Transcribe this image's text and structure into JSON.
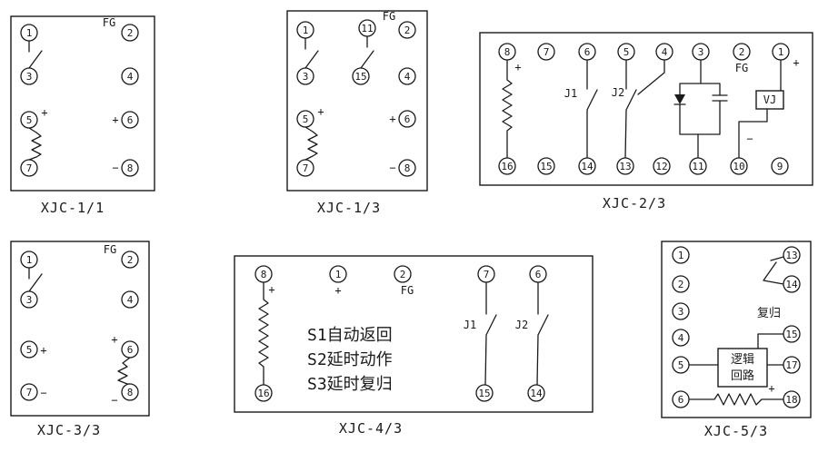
{
  "labels": {
    "fg": "FG",
    "plus": "+",
    "minus": "−",
    "j1": "J1",
    "j2": "J2",
    "vj": "VJ",
    "reset": "复归",
    "logic1": "逻辑",
    "logic2": "回路"
  },
  "panels": {
    "p1": {
      "caption": "XJC-1/1",
      "t": {
        "n1": "1",
        "n2": "2",
        "n3": "3",
        "n4": "4",
        "n5": "5",
        "n6": "6",
        "n7": "7",
        "n8": "8"
      }
    },
    "p2": {
      "caption": "XJC-1/3",
      "t": {
        "n1": "1",
        "n2": "2",
        "n3": "3",
        "n4": "4",
        "n5": "5",
        "n6": "6",
        "n7": "7",
        "n8": "8",
        "n11": "11",
        "n15": "15"
      }
    },
    "p3": {
      "caption": "XJC-2/3",
      "t": {
        "n1": "1",
        "n2": "2",
        "n3": "3",
        "n4": "4",
        "n5": "5",
        "n6": "6",
        "n7": "7",
        "n8": "8",
        "n9": "9",
        "n10": "10",
        "n11": "11",
        "n12": "12",
        "n13": "13",
        "n14": "14",
        "n15": "15",
        "n16": "16"
      }
    },
    "p4": {
      "caption": "XJC-3/3",
      "t": {
        "n1": "1",
        "n2": "2",
        "n3": "3",
        "n4": "4",
        "n5": "5",
        "n6": "6",
        "n7": "7",
        "n8": "8"
      }
    },
    "p5": {
      "caption": "XJC-4/3",
      "t": {
        "n1": "1",
        "n2": "2",
        "n6": "6",
        "n7": "7",
        "n8": "8",
        "n14": "14",
        "n15": "15",
        "n16": "16"
      },
      "notes": [
        "S1自动返回",
        "S2延时动作",
        "S3延时复归"
      ]
    },
    "p6": {
      "caption": "XJC-5/3",
      "t": {
        "n1": "1",
        "n2": "2",
        "n3": "3",
        "n4": "4",
        "n5": "5",
        "n6": "6",
        "n13": "13",
        "n14": "14",
        "n15": "15",
        "n17": "17",
        "n18": "18"
      }
    }
  }
}
